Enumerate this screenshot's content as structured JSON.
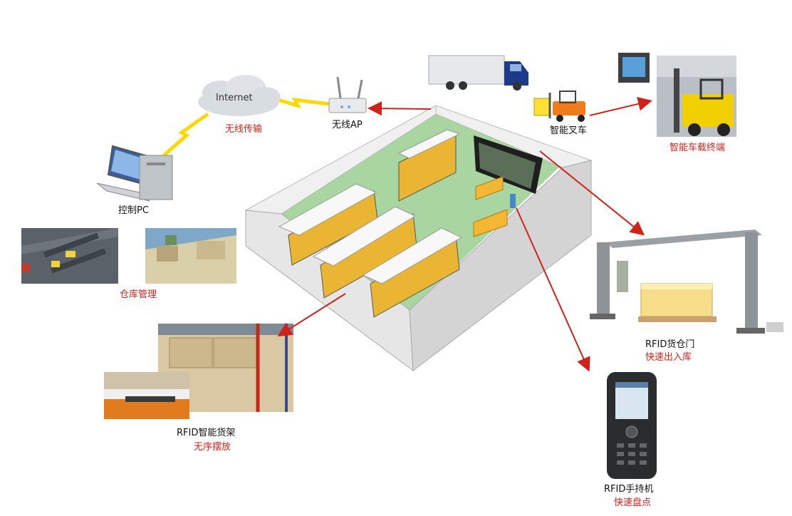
{
  "colors": {
    "accent_red": "#d0221a",
    "link_yellow": "#ffd800",
    "floor_green": "#a8d5a0",
    "box_orange": "#f3b733",
    "wall_gray": "#e2e2e2"
  },
  "labels": {
    "internet": "Internet",
    "wireless": "无线传输",
    "ap": "无线AP",
    "pc": "控制PC",
    "warehouse_mgmt": "仓库管理",
    "forklift": "智能叉车",
    "vehicle_terminal": "智能车载终端",
    "gate_title": "RFID货仓门",
    "gate_sub": "快速出入库",
    "shelf_title": "RFID智能货架",
    "shelf_sub": "无序摆放",
    "handheld_title": "RFID手持机",
    "handheld_sub": "快速盘点"
  },
  "icons": [
    "cloud-icon",
    "wireless-ap-icon",
    "desktop-pc-icon",
    "truck-icon",
    "forklift-icon",
    "vehicle-terminal-icon",
    "warehouse-icon",
    "rfid-gate-icon",
    "rfid-shelf-icon",
    "handheld-reader-icon",
    "warehouse-map-icon",
    "warehouse-aerial-icon"
  ]
}
